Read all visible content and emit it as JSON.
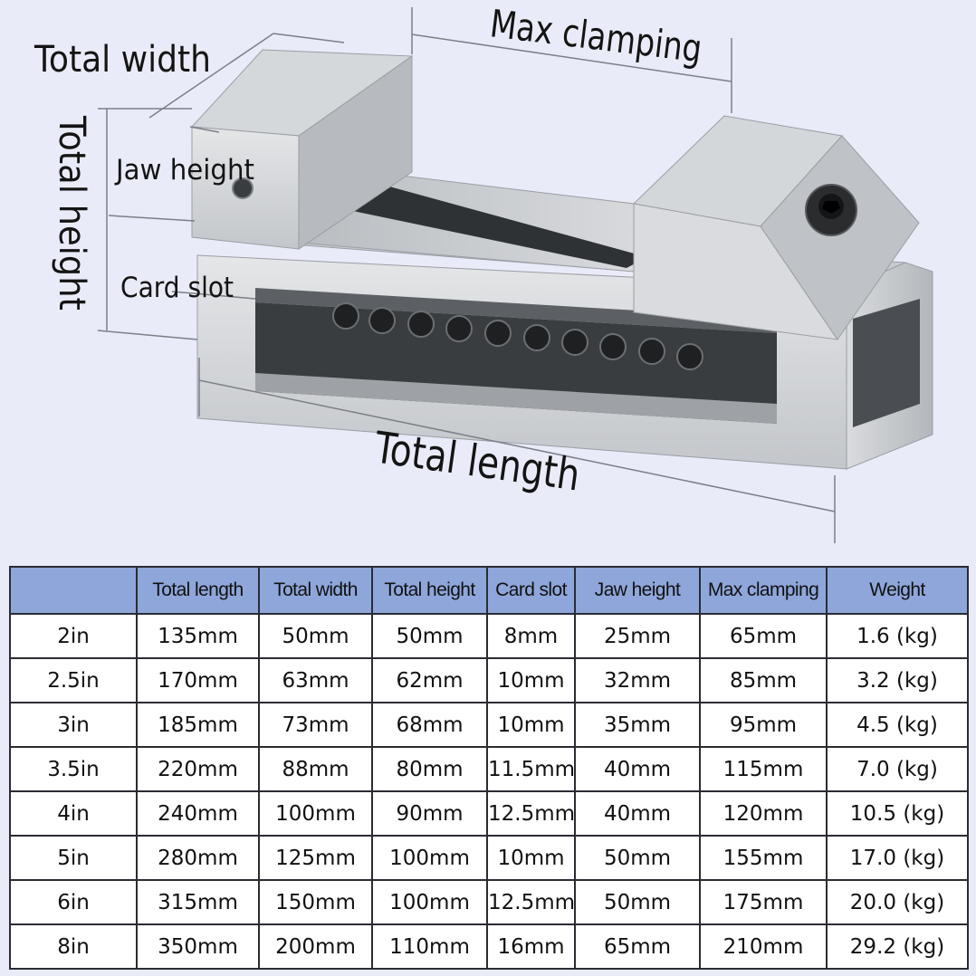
{
  "diagram": {
    "labels": {
      "total_width": "Total width",
      "max_clamping": "Max clamping",
      "total_height": "Total height",
      "jaw_height": "Jaw height",
      "card_slot": "Card slot",
      "total_length": "Total length"
    },
    "colors": {
      "background": "#e9ebf8",
      "metal": "#c9cccf",
      "metal_dark": "#8d9196",
      "slot": "#3a3d40"
    }
  },
  "table": {
    "header_color": "#8ea6da",
    "columns": [
      "",
      "Total length",
      "Total width",
      "Total height",
      "Card slot",
      "Jaw height",
      "Max clamping",
      "Weight"
    ],
    "rows": [
      [
        "2in",
        "135mm",
        "50mm",
        "50mm",
        "8mm",
        "25mm",
        "65mm",
        "1.6 (kg)"
      ],
      [
        "2.5in",
        "170mm",
        "63mm",
        "62mm",
        "10mm",
        "32mm",
        "85mm",
        "3.2 (kg)"
      ],
      [
        "3in",
        "185mm",
        "73mm",
        "68mm",
        "10mm",
        "35mm",
        "95mm",
        "4.5 (kg)"
      ],
      [
        "3.5in",
        "220mm",
        "88mm",
        "80mm",
        "11.5mm",
        "40mm",
        "115mm",
        "7.0 (kg)"
      ],
      [
        "4in",
        "240mm",
        "100mm",
        "90mm",
        "12.5mm",
        "40mm",
        "120mm",
        "10.5 (kg)"
      ],
      [
        "5in",
        "280mm",
        "125mm",
        "100mm",
        "10mm",
        "50mm",
        "155mm",
        "17.0 (kg)"
      ],
      [
        "6in",
        "315mm",
        "150mm",
        "100mm",
        "12.5mm",
        "50mm",
        "175mm",
        "20.0 (kg)"
      ],
      [
        "8in",
        "350mm",
        "200mm",
        "110mm",
        "16mm",
        "65mm",
        "210mm",
        "29.2 (kg)"
      ]
    ]
  }
}
